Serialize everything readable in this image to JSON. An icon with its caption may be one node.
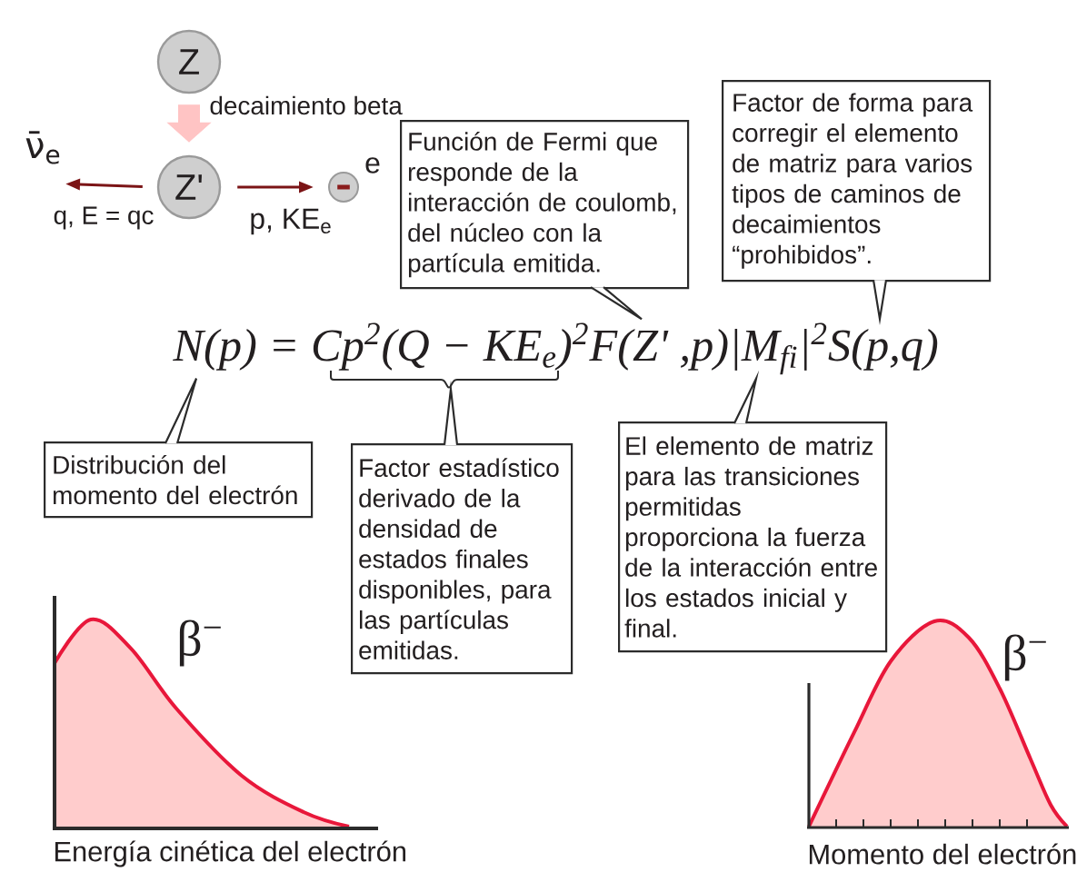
{
  "diagram": {
    "nodes": [
      {
        "text": [
          "Z"
        ]
      },
      {
        "text": [
          "Z'"
        ]
      },
      {
        "text": [
          "ν̄$_{e}$"
        ]
      },
      {
        "text": [],
        "shape": "circle",
        "beside": [
          "e"
        ]
      },
      {
        "text": [
          "Función de Fermi que responde de la interacción de coulomb, del núcleo con la partícula emitida."
        ]
      },
      {
        "text": [
          "Factor de forma para corregir el elemento de matriz para varios tipos de caminos de decaimientos “prohibidos”."
        ]
      },
      {
        "text": [
          "N(p) = Cp$^{2}$(Q − KE$_{e}$)$^{2}$F(Z' ,p)|M$_{fi}$|$^{2}$S(p,q)"
        ]
      },
      {
        "text": [],
        "shape": "brace"
      },
      {
        "text": [
          "Distribución del momento del electrón"
        ]
      },
      {
        "text": [
          "Factor estadístico derivado de la densidad de estados finales disponibles, para las partículas emitidas."
        ]
      },
      {
        "text": [
          "El elemento de matriz para las transiciones permitidas proporciona la fuerza de la interacción entre los estados inicial y final."
        ]
      }
    ],
    "edges": [
      {
        "from": 0,
        "to": 1,
        "arrow": "to",
        "label": "decaimiento beta",
        "style": "thick",
        "color": "#ffc4c4"
      },
      {
        "from": 1,
        "to": 2,
        "arrow": "to",
        "label": "q, E = qc",
        "color": "#7b1416"
      },
      {
        "from": 1,
        "to": 3,
        "arrow": "to",
        "label": "p, KE$_{e}$",
        "color": "#7b1416"
      },
      {
        "from": 4,
        "to": 6,
        "arrow": "none"
      },
      {
        "from": 5,
        "to": 6,
        "arrow": "none"
      },
      {
        "from": 8,
        "to": 6,
        "arrow": "none"
      },
      {
        "from": 9,
        "to": 7,
        "arrow": "none"
      },
      {
        "from": 10,
        "to": 6,
        "arrow": "none"
      }
    ],
    "labels": [
      "β$^{−}$",
      "β$^{−}$",
      "Energía cinética del electrón",
      "Momento del electrón"
    ]
  }
}
